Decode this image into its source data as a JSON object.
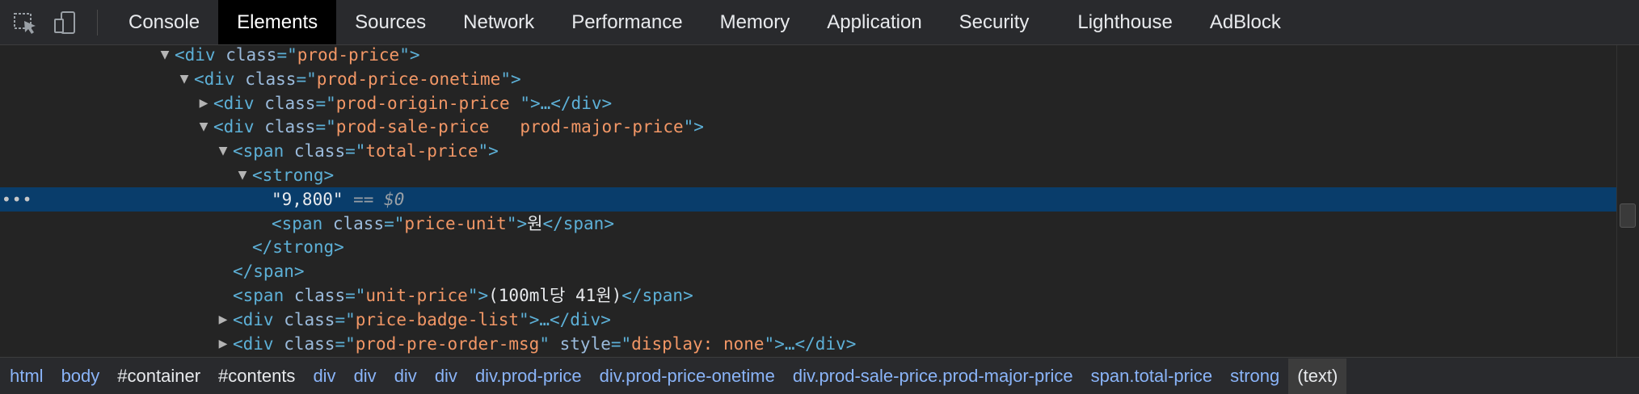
{
  "toolbar": {
    "icons": [
      "inspect-element-icon",
      "device-toolbar-icon"
    ],
    "tabs": [
      {
        "label": "Console",
        "active": false
      },
      {
        "label": "Elements",
        "active": true
      },
      {
        "label": "Sources",
        "active": false
      },
      {
        "label": "Network",
        "active": false
      },
      {
        "label": "Performance",
        "active": false
      },
      {
        "label": "Memory",
        "active": false
      },
      {
        "label": "Application",
        "active": false
      },
      {
        "label": "Security",
        "active": false
      },
      {
        "label": "Lighthouse",
        "active": false
      },
      {
        "label": "AdBlock",
        "active": false
      }
    ]
  },
  "tree": {
    "lines": [
      {
        "indent": 8,
        "arrow": "expanded",
        "tag": "div",
        "attrs": [
          {
            "n": "class",
            "v": "prod-price"
          }
        ],
        "tail": ">"
      },
      {
        "indent": 9,
        "arrow": "expanded",
        "tag": "div",
        "attrs": [
          {
            "n": "class",
            "v": "prod-price-onetime"
          }
        ],
        "tail": ">"
      },
      {
        "indent": 10,
        "arrow": "collapsed",
        "tag": "div",
        "attrs": [
          {
            "n": "class",
            "v": "prod-origin-price "
          }
        ],
        "tail": ">…</div>"
      },
      {
        "indent": 10,
        "arrow": "expanded",
        "tag": "div",
        "attrs": [
          {
            "n": "class",
            "v": "prod-sale-price   prod-major-price"
          }
        ],
        "tail": ">"
      },
      {
        "indent": 11,
        "arrow": "expanded",
        "tag": "span",
        "attrs": [
          {
            "n": "class",
            "v": "total-price"
          }
        ],
        "tail": ">"
      },
      {
        "indent": 12,
        "arrow": "expanded",
        "tag": "strong",
        "attrs": [],
        "tail": ">"
      },
      {
        "indent": 13,
        "arrow": "none",
        "text": "\"9,800\"",
        "selected": true,
        "eq": " == ",
        "ref": "$0"
      },
      {
        "indent": 13,
        "arrow": "none",
        "tag": "span",
        "attrs": [
          {
            "n": "class",
            "v": "price-unit"
          }
        ],
        "tail": ">",
        "inner": "원",
        "close": "</span>"
      },
      {
        "indent": 12,
        "arrow": "none",
        "closeOnly": "</strong>"
      },
      {
        "indent": 11,
        "arrow": "none",
        "closeOnly": "</span>"
      },
      {
        "indent": 11,
        "arrow": "none",
        "tag": "span",
        "attrs": [
          {
            "n": "class",
            "v": "unit-price"
          }
        ],
        "tail": ">",
        "inner": "(100ml당 41원)",
        "close": "</span>"
      },
      {
        "indent": 11,
        "arrow": "collapsed",
        "tag": "div",
        "attrs": [
          {
            "n": "class",
            "v": "price-badge-list"
          }
        ],
        "tail": ">…</div>"
      },
      {
        "indent": 11,
        "arrow": "collapsed",
        "tag": "div",
        "attrs": [
          {
            "n": "class",
            "v": "prod-pre-order-msg"
          },
          {
            "n": "style",
            "v": "display: none"
          }
        ],
        "tail": ">…</div>"
      }
    ]
  },
  "breadcrumbs": [
    {
      "label": "html",
      "kind": "tag"
    },
    {
      "label": "body",
      "kind": "tag"
    },
    {
      "label": "#container",
      "kind": "id"
    },
    {
      "label": "#contents",
      "kind": "id"
    },
    {
      "label": "div",
      "kind": "tag"
    },
    {
      "label": "div",
      "kind": "tag"
    },
    {
      "label": "div",
      "kind": "tag"
    },
    {
      "label": "div",
      "kind": "tag"
    },
    {
      "label": "div.prod-price",
      "kind": "tag"
    },
    {
      "label": "div.prod-price-onetime",
      "kind": "tag"
    },
    {
      "label": "div.prod-sale-price.prod-major-price",
      "kind": "tag"
    },
    {
      "label": "span.total-price",
      "kind": "tag"
    },
    {
      "label": "strong",
      "kind": "tag"
    },
    {
      "label": "(text)",
      "kind": "current"
    }
  ],
  "colors": {
    "selected_row": "#093d6b",
    "tag": "#5db0d7",
    "attr_name": "#9bbbdc",
    "attr_value": "#f29766",
    "breadcrumb_link": "#8ab4f8"
  }
}
